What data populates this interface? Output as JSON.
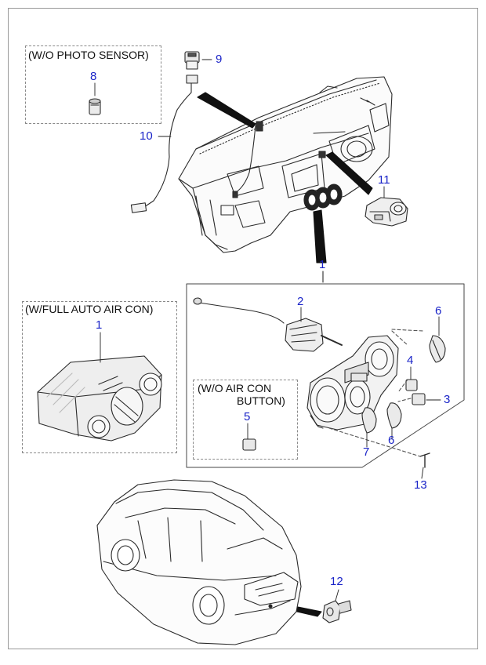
{
  "boxes": {
    "photo_sensor": "(W/O PHOTO SENSOR)",
    "full_auto": "(W/FULL AUTO AIR CON)",
    "air_con_button_line1": "(W/O AIR CON",
    "air_con_button_line2": "BUTTON)"
  },
  "callouts": {
    "n1a": "1",
    "n1b": "1",
    "n2": "2",
    "n3": "3",
    "n4": "4",
    "n5": "5",
    "n6a": "6",
    "n6b": "6",
    "n7": "7",
    "n8": "8",
    "n9": "9",
    "n10": "10",
    "n11": "11",
    "n12": "12",
    "n13": "13"
  },
  "colors": {
    "callout_text": "#1a24c8",
    "line_art": "#2a2a2a",
    "dashed_box": "#8a8a8a"
  }
}
